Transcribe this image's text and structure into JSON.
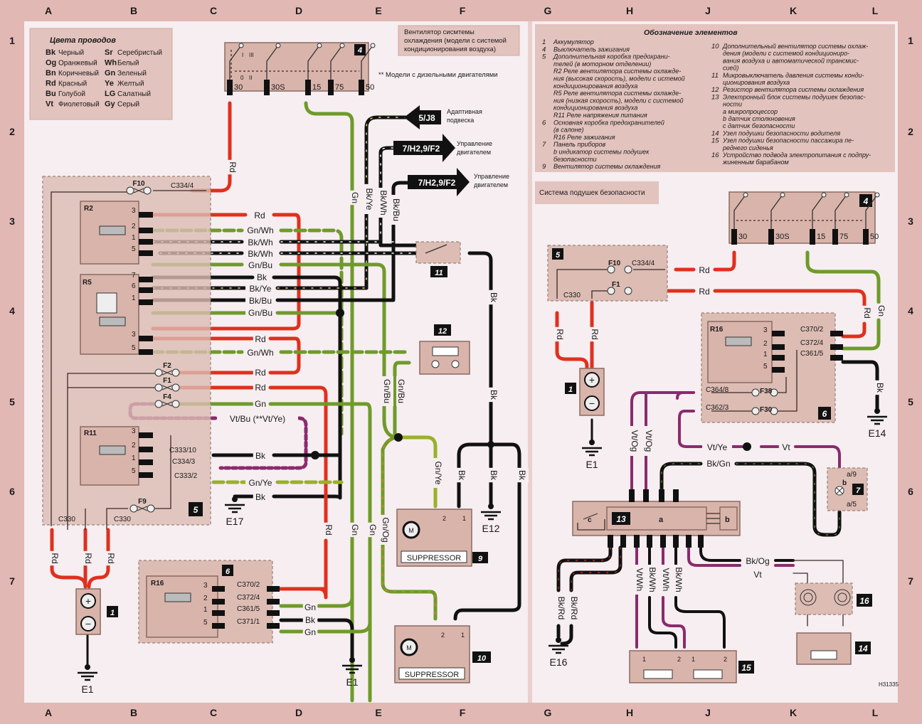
{
  "grid": {
    "columns": [
      "A",
      "B",
      "C",
      "D",
      "E",
      "F",
      "G",
      "H",
      "J",
      "K",
      "L"
    ],
    "rows": [
      "1",
      "2",
      "3",
      "4",
      "5",
      "6",
      "7"
    ]
  },
  "wire_colors_legend": {
    "title": "Цвета проводов",
    "items": [
      {
        "code": "Bk",
        "name": "Черный"
      },
      {
        "code": "Sr",
        "name": "Серебристый"
      },
      {
        "code": "Og",
        "name": "Оранжевый"
      },
      {
        "code": "Wh",
        "name": "Белый"
      },
      {
        "code": "Bn",
        "name": "Коричневый"
      },
      {
        "code": "Gn",
        "name": "Зеленый"
      },
      {
        "code": "Rd",
        "name": "Красный"
      },
      {
        "code": "Ye",
        "name": "Желтый"
      },
      {
        "code": "Bu",
        "name": "Голубой"
      },
      {
        "code": "LG",
        "name": "Салатный"
      },
      {
        "code": "Vt",
        "name": "Фиолетовый"
      },
      {
        "code": "Gy",
        "name": "Серый"
      }
    ]
  },
  "left_diagram": {
    "title_lines": [
      "Вентилятор сисмтемы",
      "охлаждения (модели с системой",
      "кондиционирования воздуха)"
    ],
    "footnote": "** Модели с дизельными двигателями",
    "refs": [
      {
        "code": "5/J8",
        "label_lines": [
          "Адаптивная",
          "подвеска"
        ]
      },
      {
        "code": "7/H2,9/F2",
        "label_lines": [
          "Управление",
          "двигателем"
        ]
      },
      {
        "code": "7/H2,9/F2",
        "label_lines": [
          "Управление",
          "двигателем"
        ]
      }
    ],
    "ignition_switch": {
      "id": "4",
      "terminals": [
        "30",
        "30S",
        "15",
        "75",
        "50"
      ],
      "positions": [
        "I",
        "III",
        "0",
        "II"
      ]
    },
    "fusebox5": {
      "id": "5",
      "fuses": [
        "F10",
        "F2",
        "F1",
        "F4",
        "F9"
      ],
      "connectors": [
        "C334/4",
        "C333/10",
        "C334/3",
        "C333/2",
        "C330",
        "C330"
      ],
      "relays": [
        {
          "name": "R2",
          "pins": [
            "3",
            "2",
            "1",
            "5"
          ]
        },
        {
          "name": "R5",
          "pins": [
            "7",
            "6",
            "1",
            "3",
            "5"
          ]
        },
        {
          "name": "R11",
          "pins": [
            "3",
            "2",
            "1",
            "5"
          ]
        }
      ]
    },
    "wire_labels": {
      "rd": "Rd",
      "gnwh": "Gn/Wh",
      "bkwh": "Bk/Wh",
      "gnbu": "Gn/Bu",
      "bk": "Bk",
      "bkye": "Bk/Ye",
      "bkbu": "Bk/Bu",
      "gn": "Gn",
      "vtbu": "Vt/Bu (**Vt/Ye)",
      "gnye": "Gn/Ye",
      "gnog": "Gn/Og"
    },
    "fusebox6": {
      "id": "6",
      "relay": "R16",
      "pins": [
        "3",
        "2",
        "1",
        "5"
      ],
      "connectors": [
        "C370/2",
        "C372/4",
        "C361/5",
        "C371/1"
      ]
    },
    "battery": {
      "id": "1"
    },
    "grounds": [
      "E17",
      "E12",
      "E1",
      "E1"
    ],
    "components": {
      "c11": "11",
      "c12": "12",
      "c9": "9",
      "c10": "10",
      "suppressor": "SUPPRESSOR",
      "motor": "M"
    },
    "fan_pins": [
      "2",
      "1"
    ]
  },
  "elements_legend": {
    "title": "Обозначение   элементов",
    "left_column": [
      {
        "num": "1",
        "text": "Аккумулятор"
      },
      {
        "num": "4",
        "text": "Выключатель зажигания"
      },
      {
        "num": "5",
        "text": "Дополнительная коробка предохрани-"
      },
      {
        "num": "",
        "text": "телей (в моторном отделении)"
      },
      {
        "num": "",
        "text": "R2 Реле вентилятора системы охлажде-"
      },
      {
        "num": "",
        "text": "ния (высокая скорость), модели с истемой"
      },
      {
        "num": "",
        "text": "кондиционирования воздуха"
      },
      {
        "num": "",
        "text": "R5 Реле вентилятора системы охлажде-"
      },
      {
        "num": "",
        "text": "ния (низкая скорость), модели с системой"
      },
      {
        "num": "",
        "text": "кондиционирования воздуха"
      },
      {
        "num": "",
        "text": "R11 Реле напряжения питания"
      },
      {
        "num": "6",
        "text": "Основная коробка предохранителей"
      },
      {
        "num": "",
        "text": "(в салоне)"
      },
      {
        "num": "",
        "text": "R16 Реле зажигания"
      },
      {
        "num": "7",
        "text": "Панель приборов"
      },
      {
        "num": "",
        "text": "b индикатор системы подушек"
      },
      {
        "num": "",
        "text": "безопасности"
      },
      {
        "num": "9",
        "text": "Вентилятор системы охлаждения"
      }
    ],
    "right_column": [
      {
        "num": "10",
        "text": "Дополнительный вентилятор системы охлаж-"
      },
      {
        "num": "",
        "text": "дения (модели с системой кондициониро-"
      },
      {
        "num": "",
        "text": "вания воздуха и автоматической трансмис-"
      },
      {
        "num": "",
        "text": "сией)"
      },
      {
        "num": "11",
        "text": "Микровыключатель давления системы конди-"
      },
      {
        "num": "",
        "text": "ционирования воздуха"
      },
      {
        "num": "12",
        "text": "Резистор вентилятора системы охлаждения"
      },
      {
        "num": "13",
        "text": "Электронный блок системы подушек безопас-"
      },
      {
        "num": "",
        "text": "ности"
      },
      {
        "num": "",
        "text": "a микропроцессор"
      },
      {
        "num": "",
        "text": "b датчик столкновения"
      },
      {
        "num": "",
        "text": "c датчик безопасности"
      },
      {
        "num": "14",
        "text": "Узел подушки безопасности водителя"
      },
      {
        "num": "15",
        "text": "Узел подушки безопасности пассажира пе-"
      },
      {
        "num": "",
        "text": "реднего сиденья"
      },
      {
        "num": "16",
        "text": "Устройство подвода электропитания с подпру-"
      },
      {
        "num": "",
        "text": "жиненным барабаном"
      }
    ]
  },
  "right_diagram": {
    "title": "Система подушек безопасности",
    "ignition_switch": {
      "id": "4",
      "terminals": [
        "30",
        "30S",
        "15",
        "75",
        "50"
      ]
    },
    "fusebox5": {
      "id": "5",
      "fuses": [
        "F10",
        "F1"
      ],
      "connectors": [
        "C334/4",
        "C330"
      ]
    },
    "fusebox6": {
      "id": "6",
      "relay": "R16",
      "pins": [
        "3",
        "2",
        "1",
        "5"
      ],
      "connectors": [
        "C370/2",
        "C372/4",
        "C361/5",
        "C364/8",
        "C362/3"
      ],
      "fuses": [
        "F38",
        "F30"
      ]
    },
    "wire_labels": {
      "rd": "Rd",
      "gn": "Gn",
      "bk": "Bk",
      "vtog": "Vt/Og",
      "vtye": "Vt/Ye",
      "vt": "Vt",
      "bkgn": "Bk/Gn",
      "bkrd": "Bk/Rd",
      "vtwh": "Vt/Wh",
      "bkwh": "Bk/Wh",
      "bkog": "Bk/Og"
    },
    "instrument_panel": {
      "id": "7",
      "pins": [
        "a/9",
        "a/5"
      ],
      "indicator": "b"
    },
    "airbag_ecu": {
      "id": "13",
      "parts": [
        "a",
        "b",
        "c"
      ]
    },
    "components": {
      "c14": "14",
      "c15": "15",
      "c16": "16",
      "battery": "1"
    },
    "pass_pins": [
      "1",
      "2",
      "1",
      "2"
    ],
    "grounds": [
      "E1",
      "E14",
      "E16"
    ]
  },
  "drawing_code": "H31335"
}
